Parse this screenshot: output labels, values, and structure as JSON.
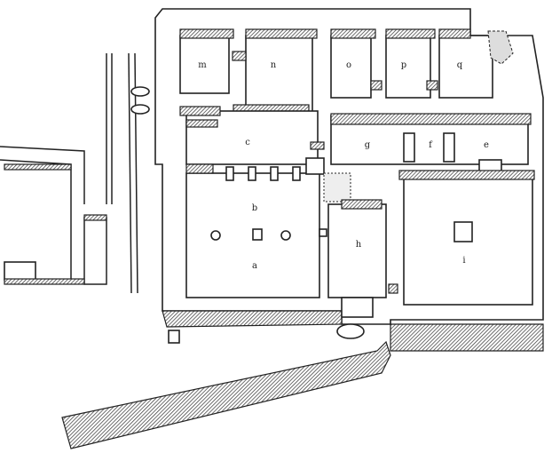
{
  "room_labels": {
    "a": "a",
    "b": "b",
    "c": "c",
    "e": "e",
    "f": "f",
    "g": "g",
    "h": "h",
    "i": "i",
    "m": "m",
    "n": "n",
    "o": "o",
    "p": "p",
    "q": "q"
  },
  "colors": {
    "ink": "#222222",
    "paper": "#ffffff"
  }
}
